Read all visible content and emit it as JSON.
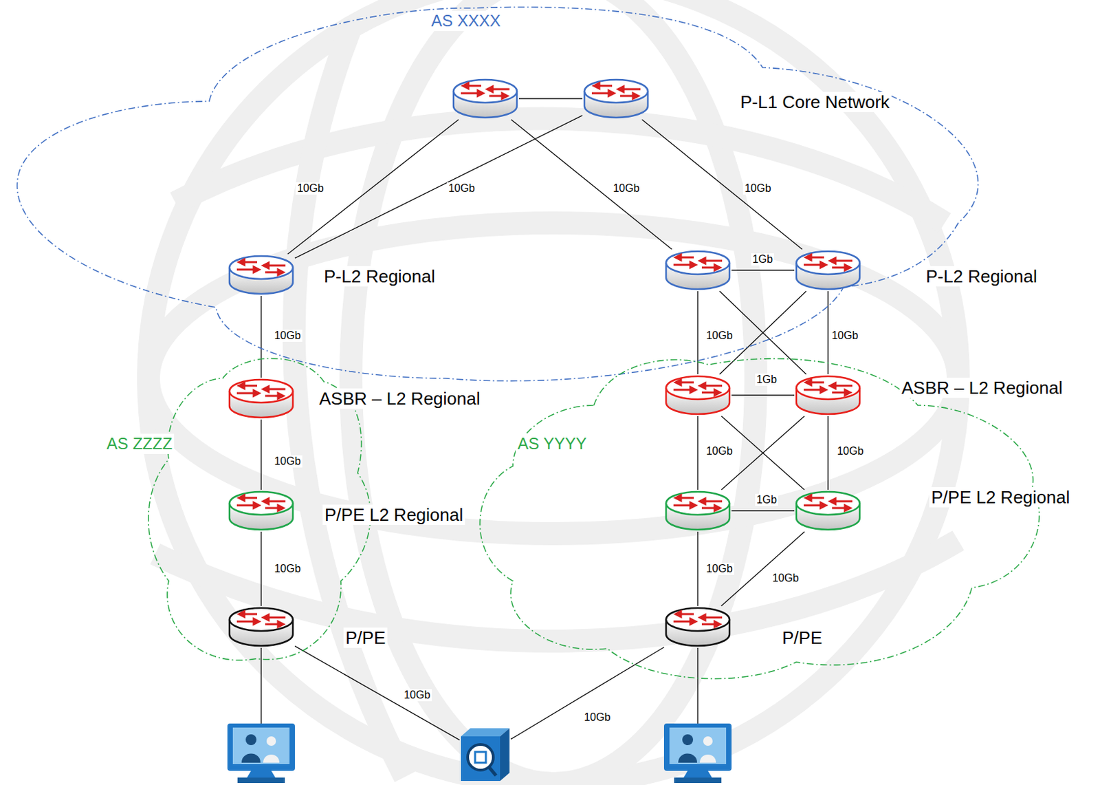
{
  "diagram": {
    "nodes": [
      {
        "text": [
          "AS XXXX"
        ]
      },
      {
        "text": [],
        "in": 0
      },
      {
        "text": [
          "P-L1 Core Network"
        ],
        "in": 0
      },
      {
        "text": [
          "P-L2 Regional"
        ],
        "in": 0
      },
      {
        "text": [],
        "in": 0
      },
      {
        "text": [
          "P-L2 Regional"
        ],
        "in": 0
      },
      {
        "text": [
          "AS ZZZZ"
        ]
      },
      {
        "text": [
          "ASBR – L2 Regional"
        ],
        "in": 6
      },
      {
        "text": [
          "P/PE L2 Regional"
        ],
        "in": 6
      },
      {
        "text": [
          "P/PE"
        ],
        "in": 6
      },
      {
        "text": [
          "AS YYYY"
        ]
      },
      {
        "text": [],
        "in": 10
      },
      {
        "text": [
          "ASBR – L2 Regional"
        ],
        "in": 10
      },
      {
        "text": [],
        "in": 10
      },
      {
        "text": [
          "P/PE L2 Regional"
        ],
        "in": 10
      },
      {
        "text": [
          "P/PE"
        ],
        "in": 10
      },
      {
        "text": []
      },
      {
        "text": []
      },
      {
        "text": []
      }
    ],
    "edges": [
      {
        "from": 1,
        "to": 2,
        "arrow": "none"
      },
      {
        "from": 1,
        "to": 3,
        "label": "10Gb",
        "arrow": "none"
      },
      {
        "from": 2,
        "to": 3,
        "label": "10Gb",
        "arrow": "none"
      },
      {
        "from": 1,
        "to": 4,
        "label": "10Gb",
        "arrow": "none"
      },
      {
        "from": 2,
        "to": 5,
        "label": "10Gb",
        "arrow": "none"
      },
      {
        "from": 4,
        "to": 5,
        "label": "1Gb",
        "arrow": "none"
      },
      {
        "from": 3,
        "to": 7,
        "label": "10Gb",
        "arrow": "none"
      },
      {
        "from": 4,
        "to": 11,
        "label": "10Gb",
        "arrow": "none"
      },
      {
        "from": 4,
        "to": 12,
        "arrow": "none"
      },
      {
        "from": 5,
        "to": 11,
        "arrow": "none"
      },
      {
        "from": 5,
        "to": 12,
        "label": "10Gb",
        "arrow": "none"
      },
      {
        "from": 11,
        "to": 12,
        "label": "1Gb",
        "arrow": "none"
      },
      {
        "from": 7,
        "to": 8,
        "label": "10Gb",
        "arrow": "none"
      },
      {
        "from": 11,
        "to": 13,
        "label": "10Gb",
        "arrow": "none"
      },
      {
        "from": 11,
        "to": 14,
        "arrow": "none"
      },
      {
        "from": 12,
        "to": 13,
        "arrow": "none"
      },
      {
        "from": 12,
        "to": 14,
        "label": "10Gb",
        "arrow": "none"
      },
      {
        "from": 13,
        "to": 14,
        "label": "1Gb",
        "arrow": "none"
      },
      {
        "from": 8,
        "to": 9,
        "label": "10Gb",
        "arrow": "none"
      },
      {
        "from": 13,
        "to": 15,
        "label": "10Gb",
        "arrow": "none"
      },
      {
        "from": 14,
        "to": 15,
        "label": "10Gb",
        "arrow": "none"
      },
      {
        "from": 9,
        "to": 16,
        "arrow": "none"
      },
      {
        "from": 9,
        "to": 17,
        "label": "10Gb",
        "arrow": "none"
      },
      {
        "from": 15,
        "to": 17,
        "label": "10Gb",
        "arrow": "none"
      },
      {
        "from": 15,
        "to": 18,
        "arrow": "none"
      }
    ]
  }
}
